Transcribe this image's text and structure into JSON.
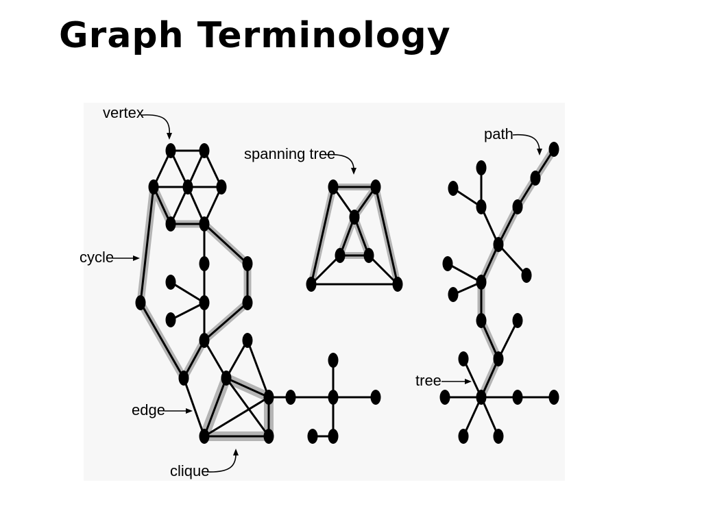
{
  "slide": {
    "title": "Graph Terminology"
  },
  "labels": {
    "vertex": "vertex",
    "spanning_tree": "spanning tree",
    "path": "path",
    "cycle": "cycle",
    "edge": "edge",
    "clique": "clique",
    "tree": "tree"
  },
  "colors": {
    "node": "#000000",
    "edge": "#000000",
    "highlight": "#b4b4b4",
    "title": "#000000"
  }
}
